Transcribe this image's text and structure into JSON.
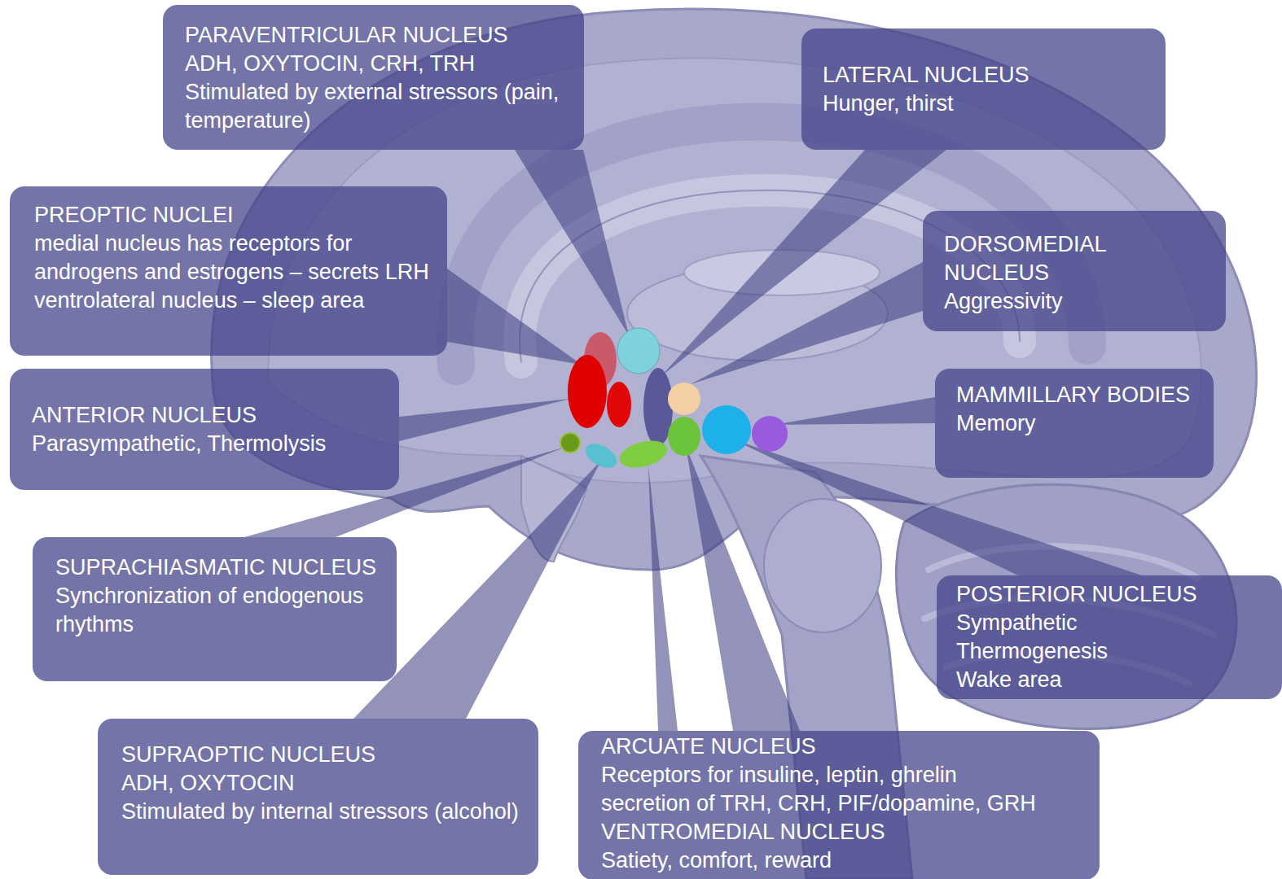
{
  "diagram": {
    "nodes": [
      {
        "text": [
          "PARAVENTRICULAR NUCLEUS",
          "ADH, OXYTOCIN, CRH, TRH",
          "Stimulated by external stressors (pain, temperature)"
        ]
      },
      {
        "text": [
          "LATERAL NUCLEUS",
          "Hunger, thirst"
        ]
      },
      {
        "text": [
          "PREOPTIC NUCLEI",
          "medial nucleus has receptors for androgens and estrogens – secrets LRH",
          "ventrolateral nucleus – sleep area"
        ]
      },
      {
        "text": [
          "DORSOMEDIAL NUCLEUS",
          "Aggressivity"
        ]
      },
      {
        "text": [
          "ANTERIOR NUCLEUS",
          "Parasympathetic, Thermolysis"
        ]
      },
      {
        "text": [
          "MAMMILLARY BODIES",
          "Memory"
        ]
      },
      {
        "text": [
          "SUPRACHIASMATIC NUCLEUS",
          "Synchronization of endogenous rhythms"
        ]
      },
      {
        "text": [
          "POSTERIOR NUCLEUS",
          "Sympathetic",
          "Thermogenesis",
          "Wake area"
        ]
      },
      {
        "text": [
          "SUPRAOPTIC NUCLEUS",
          "ADH, OXYTOCIN",
          "Stimulated by internal stressors (alcohol)"
        ]
      },
      {
        "text": [
          "ARCUATE NUCLEUS",
          "Receptors for insuline, leptin, ghrelin",
          "secretion of TRH, CRH, PIF/dopamine, GRH",
          "VENTROMEDIAL NUCLEUS",
          "Satiety, comfort, reward"
        ]
      }
    ]
  }
}
